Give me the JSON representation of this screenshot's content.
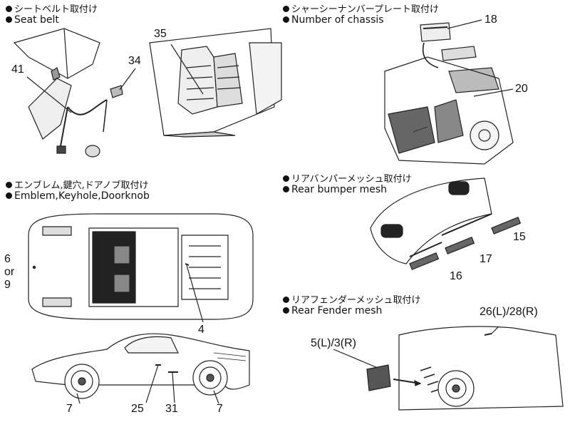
{
  "sections": {
    "seat_belt": {
      "jp": "シートベルト取付け",
      "en": "Seat belt"
    },
    "chassis_number": {
      "jp": "シャーシーナンバープレート取付け",
      "en": "Number of chassis"
    },
    "emblem": {
      "jp": "エンブレム,鍵穴,ドアノブ取付け",
      "en": "Emblem,Keyhole,Doorknob"
    },
    "rear_bumper": {
      "jp": "リアバンパーメッシュ取付け",
      "en": "Rear bumper mesh"
    },
    "rear_fender": {
      "jp": "リアフェンダーメッシュ取付け",
      "en": "Rear Fender mesh"
    }
  },
  "callouts": {
    "n41": "41",
    "n34": "34",
    "n35": "35",
    "n18": "18",
    "n20": "20",
    "n6": "6",
    "or": "or",
    "n9": "9",
    "n4": "4",
    "n7_left": "7",
    "n25": "25",
    "n31": "31",
    "n7_right": "7",
    "n15": "15",
    "n17": "17",
    "n16": "16",
    "n26_28": "26(L)/28(R)",
    "n5_3": "5(L)/3(R)"
  }
}
